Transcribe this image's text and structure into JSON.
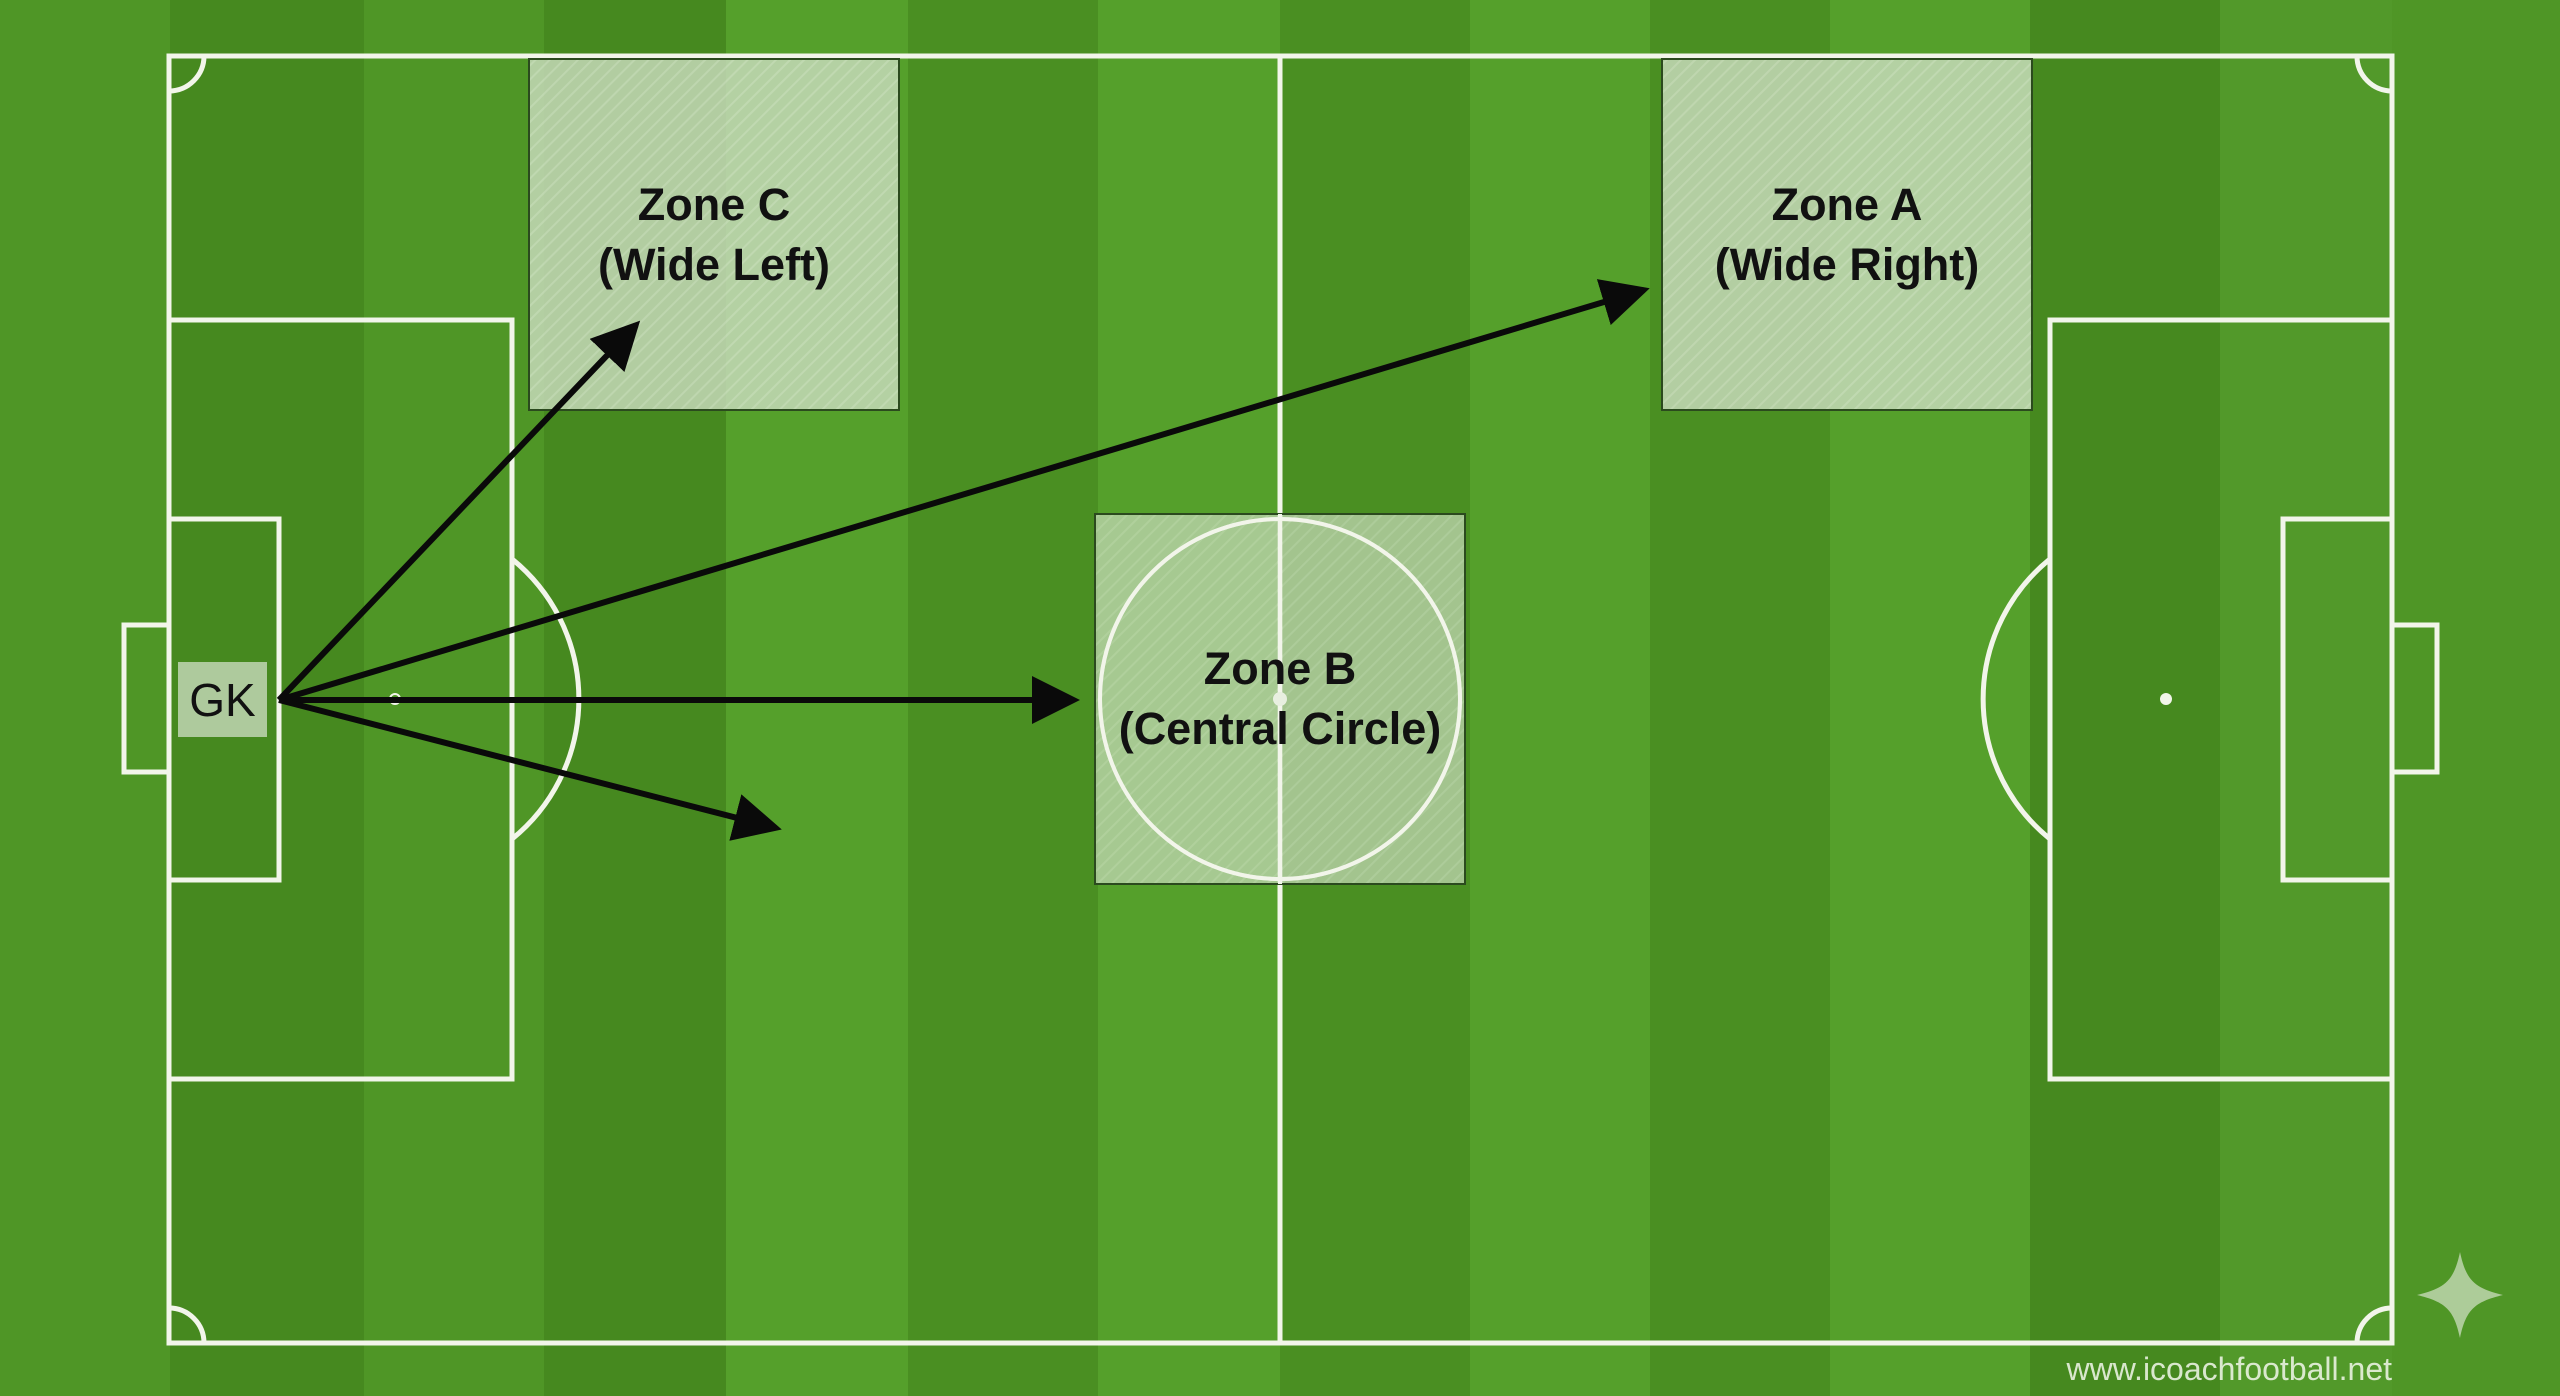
{
  "diagram": {
    "type": "football-pitch-distribution",
    "colors": {
      "grass_light": "#55a02a",
      "grass_dark": "#468c1f",
      "line": "#f2f5ea",
      "zone_fill": "#c8dcbc",
      "zone_border": "#2b4a1e",
      "arrow": "#0a0a0a"
    },
    "player": {
      "label": "GK"
    },
    "zones": [
      {
        "id": "C",
        "title": "Zone C",
        "subtitle": "(Wide Left)"
      },
      {
        "id": "A",
        "title": "Zone A",
        "subtitle": "(Wide Right)"
      },
      {
        "id": "B",
        "title": "Zone B",
        "subtitle": "(Central Circle)"
      }
    ],
    "arrows": [
      {
        "from": "GK",
        "to": "Zone C"
      },
      {
        "from": "GK",
        "to": "Zone A"
      },
      {
        "from": "GK",
        "to": "Zone B"
      },
      {
        "from": "GK",
        "to": "short-right"
      }
    ],
    "watermark": "www.icoachfootball.net",
    "logo_icon": "sparkle-icon"
  }
}
